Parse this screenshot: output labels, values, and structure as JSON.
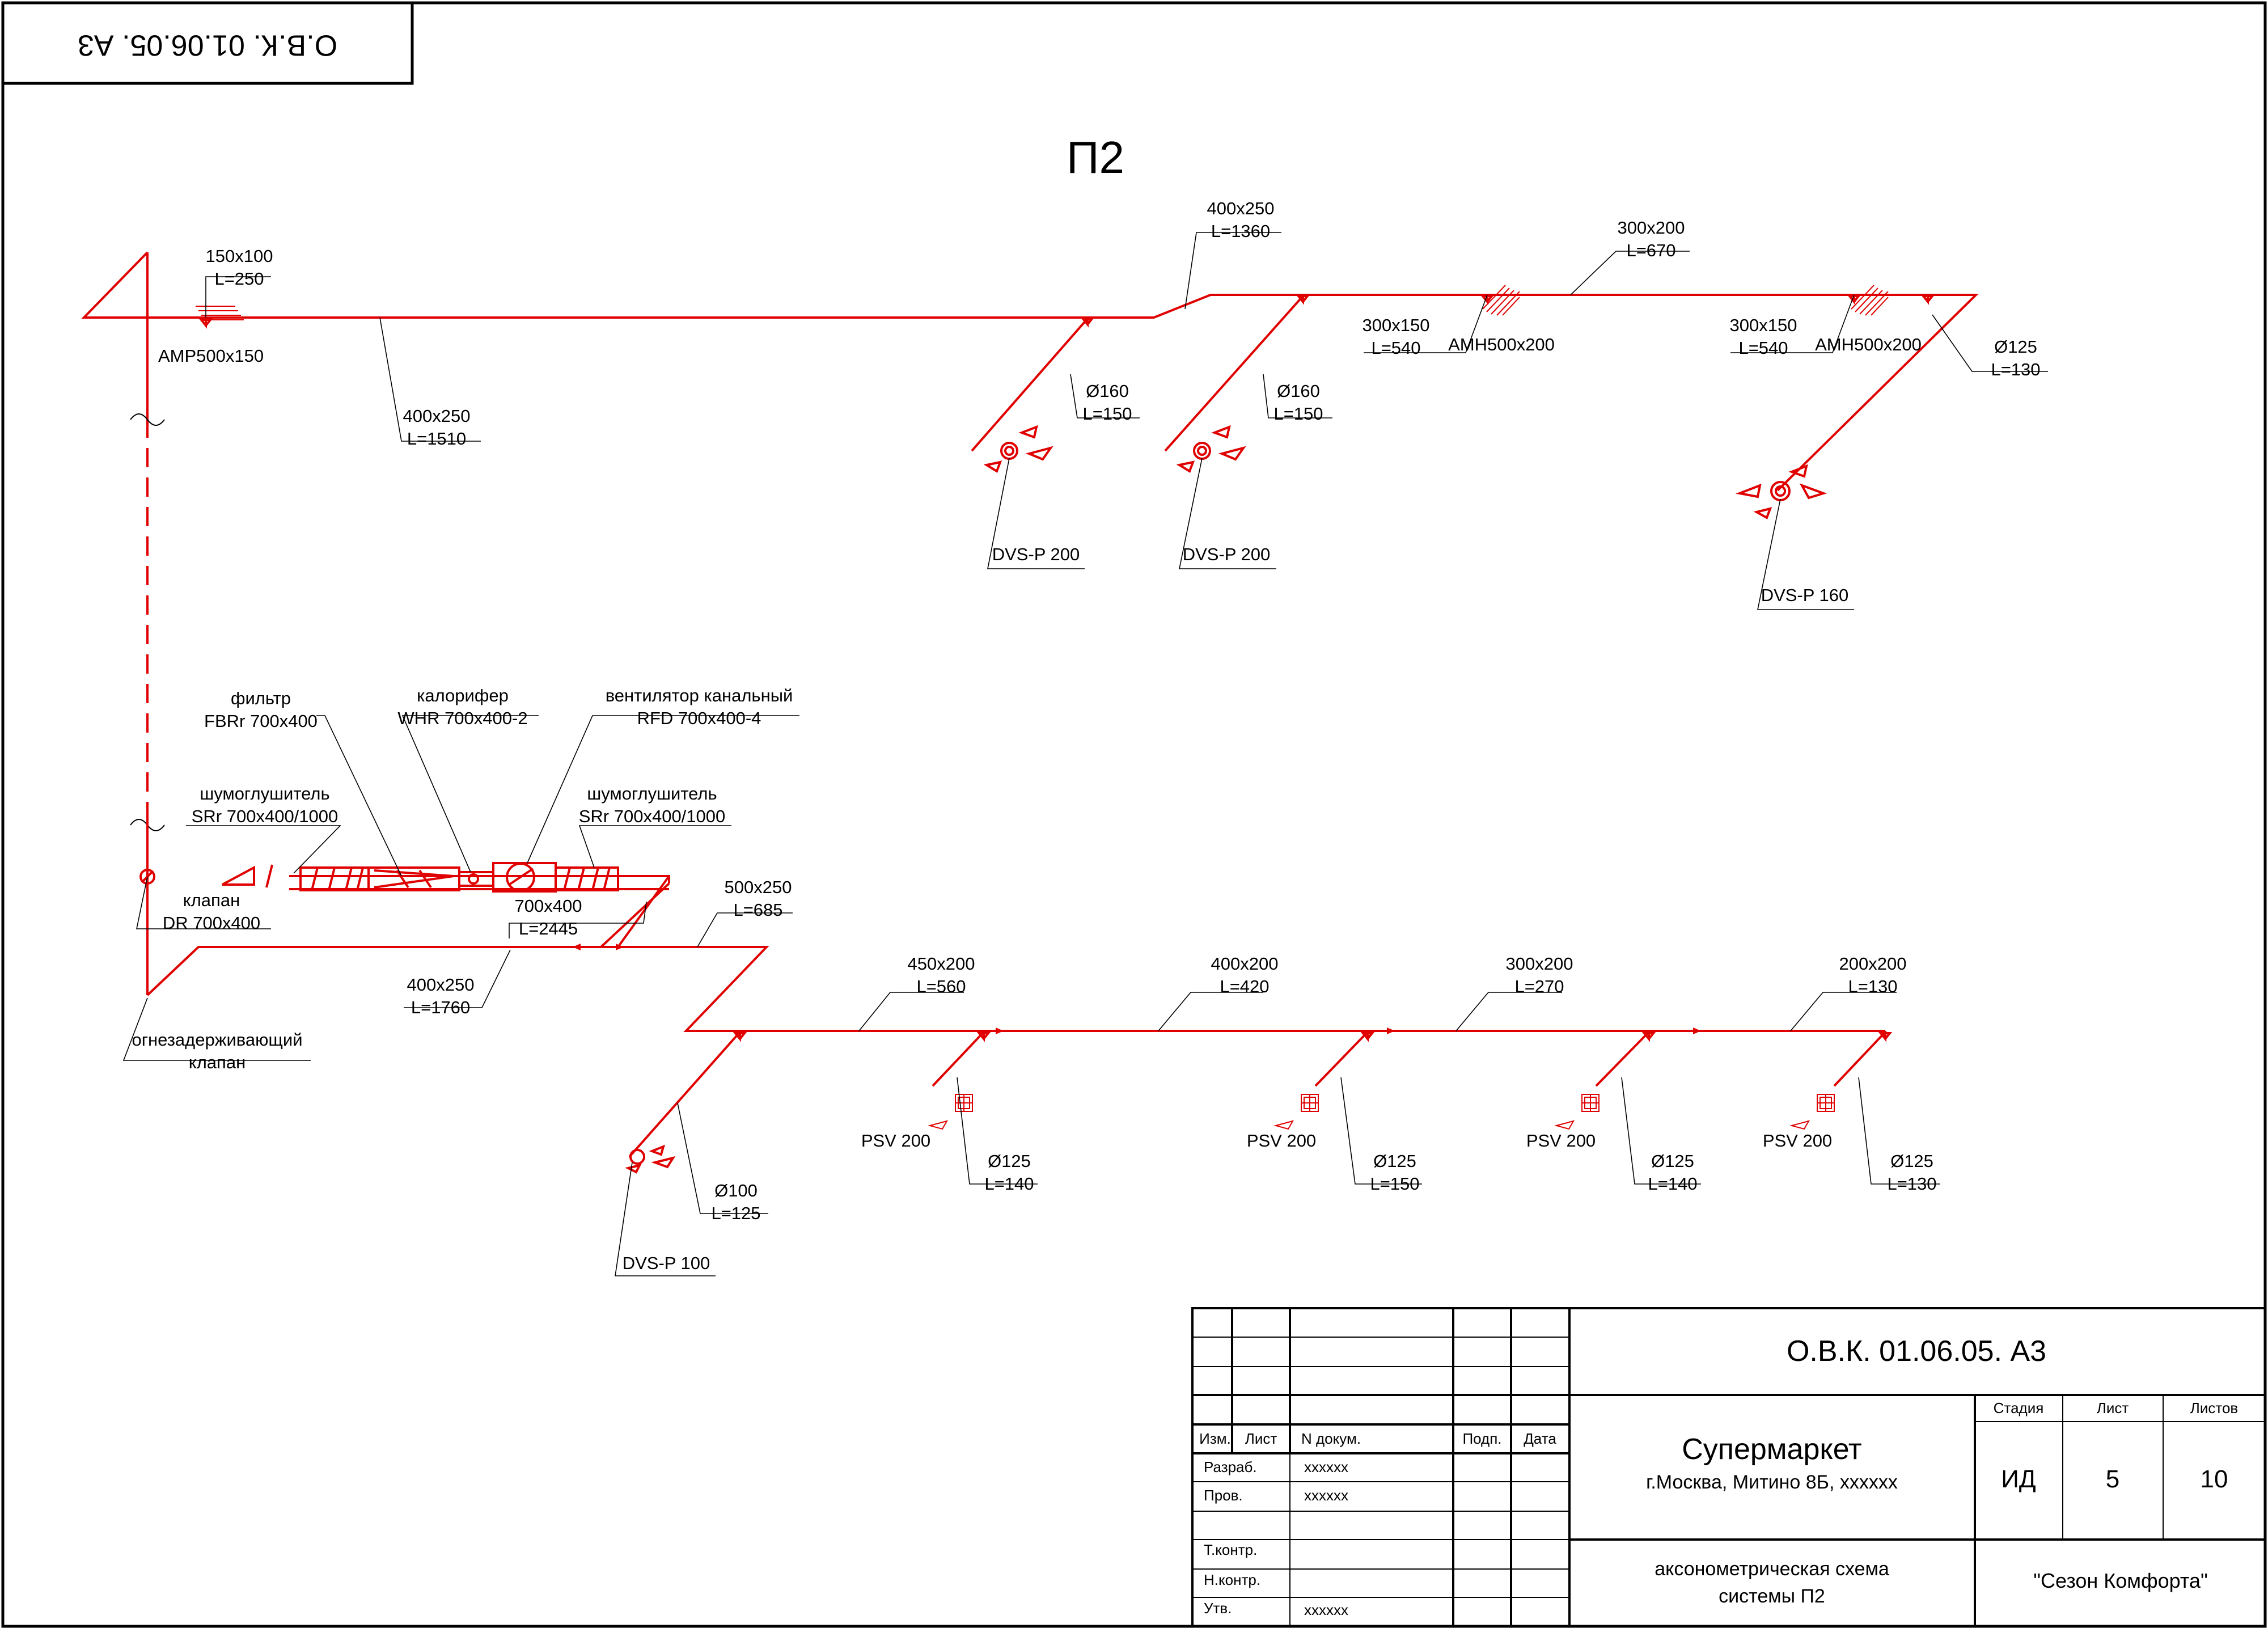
{
  "drawing": {
    "stamp_code_mirrored": "О.В.К. 01.06.05. А3",
    "system_title": "П2"
  },
  "upper_branch": {
    "main_duct": {
      "size": "400x250",
      "length": "L=1510"
    },
    "intake_duct": {
      "size": "150x100",
      "length": "L=250"
    },
    "intake_grille": "AMP500x150",
    "duct_mid": {
      "size": "400x250",
      "length": "L=1360"
    },
    "duct_end": {
      "size": "300x200",
      "length": "L=670"
    },
    "branch_1": {
      "size": "300x150",
      "length": "L=540",
      "grille": "AMH500x200"
    },
    "branch_2": {
      "size": "300x150",
      "length": "L=540",
      "grille": "AMH500x200"
    },
    "drop_1": {
      "size": "Ø160",
      "length": "L=150",
      "diffuser": "DVS-P 200"
    },
    "drop_2": {
      "size": "Ø160",
      "length": "L=150",
      "diffuser": "DVS-P 200"
    },
    "drop_3": {
      "size": "Ø125",
      "length": "L=130",
      "diffuser": "DVS-P 160"
    }
  },
  "equipment": {
    "filter": {
      "name": "фильтр",
      "model": "FBRr 700x400"
    },
    "heater": {
      "name": "калорифер",
      "model": "WHR 700x400-2"
    },
    "fan": {
      "name": "вентилятор канальный",
      "model": "RFD 700x400-4"
    },
    "silencer_1": {
      "name": "шумоглушитель",
      "model": "SRr 700x400/1000"
    },
    "silencer_2": {
      "name": "шумоглушитель",
      "model": "SRr 700x400/1000"
    },
    "damper": {
      "name": "клапан",
      "model": "DR 700x400"
    },
    "fire_damper": {
      "line1": "огнезадерживающий",
      "line2": "клапан"
    }
  },
  "lower_branch": {
    "duct_unit": {
      "size": "700x400",
      "length": "L=2445"
    },
    "duct_a": {
      "size": "400x250",
      "length": "L=1760"
    },
    "duct_b": {
      "size": "500x250",
      "length": "L=685"
    },
    "seg_1": {
      "size": "450x200",
      "length": "L=560"
    },
    "seg_2": {
      "size": "400x200",
      "length": "L=420"
    },
    "seg_3": {
      "size": "300x200",
      "length": "L=270"
    },
    "seg_4": {
      "size": "200x200",
      "length": "L=130"
    },
    "drop_dvs": {
      "size": "Ø100",
      "length": "L=125",
      "diffuser": "DVS-P 100"
    },
    "drop_1": {
      "size": "Ø125",
      "length": "L=140",
      "grille": "PSV 200"
    },
    "drop_2": {
      "size": "Ø125",
      "length": "L=150",
      "grille": "PSV 200"
    },
    "drop_3": {
      "size": "Ø125",
      "length": "L=140",
      "grille": "PSV 200"
    },
    "drop_4": {
      "size": "Ø125",
      "length": "L=130",
      "grille": "PSV 200"
    }
  },
  "title_block": {
    "code": "О.В.К. 01.06.05. А3",
    "col_izm": "Изм.",
    "col_list": "Лист",
    "col_ndoc": "N докум.",
    "col_podp": "Подп.",
    "col_data": "Дата",
    "row_razrab": "Разраб.",
    "row_prov": "Пров.",
    "row_tkontr": "Т.контр.",
    "row_nkontr": "Н.контр.",
    "row_utv": "Утв.",
    "razrab_val": "xxxxxx",
    "prov_val": "xxxxxx",
    "utv_val": "xxxxxx",
    "project_name": "Супермаркет",
    "address": "г.Москва, Митино 8Б, xxxxxx",
    "stage_head": "Стадия",
    "sheet_head": "Лист",
    "sheets_head": "Листов",
    "stage": "ИД",
    "sheet": "5",
    "sheets": "10",
    "sheet_title_1": "аксонометрическая схема",
    "sheet_title_2": "системы П2",
    "company": "\"Сезон Комфорта\""
  }
}
